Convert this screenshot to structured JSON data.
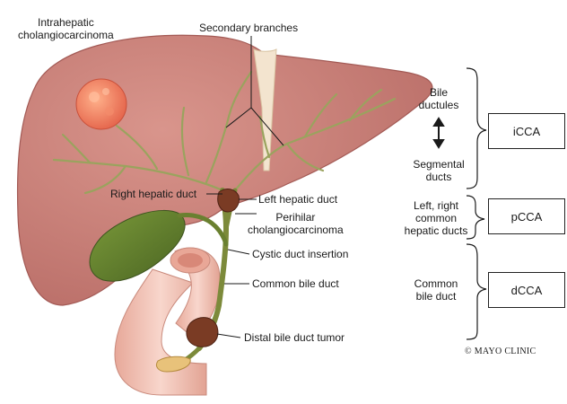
{
  "labels": {
    "intrahepatic": [
      "Intrahepatic",
      "cholangiocarcinoma"
    ],
    "secondary_branches": "Secondary branches",
    "right_hepatic_duct": "Right hepatic duct",
    "left_hepatic_duct": "Left hepatic duct",
    "perihilar": [
      "Perihilar",
      "cholangiocarcinoma"
    ],
    "cystic_duct_insertion": "Cystic duct insertion",
    "common_bile_duct": "Common bile duct",
    "distal_tumor": "Distal bile duct tumor"
  },
  "classification": [
    {
      "anatomy_top": [
        "Bile",
        "ductules"
      ],
      "anatomy_bottom": [
        "Segmental",
        "ducts"
      ],
      "box": "iCCA"
    },
    {
      "anatomy": [
        "Left, right",
        "common",
        "hepatic ducts"
      ],
      "box": "pCCA"
    },
    {
      "anatomy": [
        "Common",
        "bile duct"
      ],
      "box": "dCCA"
    }
  ],
  "copyright": "© MAYO CLINIC",
  "colors": {
    "liver": "#c9807a",
    "duct": "#9aa35e",
    "tumor": "#e8705a",
    "gallbladder": "#5e7a2e",
    "intestine": "#f1c7bd"
  }
}
